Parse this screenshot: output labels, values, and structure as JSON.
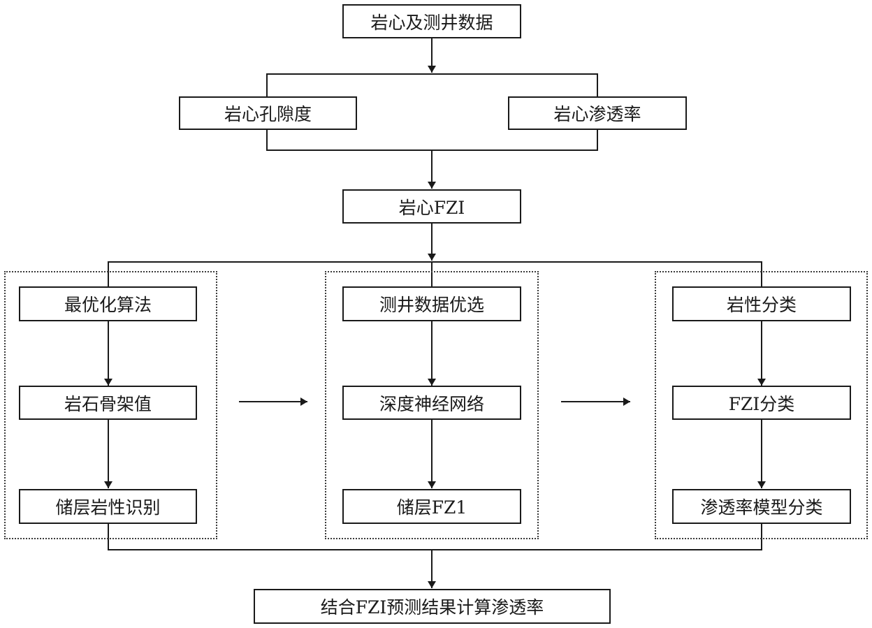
{
  "flowchart": {
    "top": {
      "data_source": "岩心及测井数据",
      "core_porosity": "岩心孔隙度",
      "core_permeability": "岩心渗透率",
      "core_fzi": "岩心FZI"
    },
    "left_group": {
      "step1": "最优化算法",
      "step2": "岩石骨架值",
      "step3": "储层岩性识别"
    },
    "middle_group": {
      "step1": "测井数据优选",
      "step2": "深度神经网络",
      "step3": "储层FZ1"
    },
    "right_group": {
      "step1": "岩性分类",
      "step2": "FZI分类",
      "step3": "渗透率模型分类"
    },
    "result": "结合FZI预测结果计算渗透率"
  },
  "colors": {
    "line": "#1a1a1a",
    "box_border": "#1a1a1a",
    "group_border": "#3a3a3a",
    "background": "#ffffff"
  }
}
